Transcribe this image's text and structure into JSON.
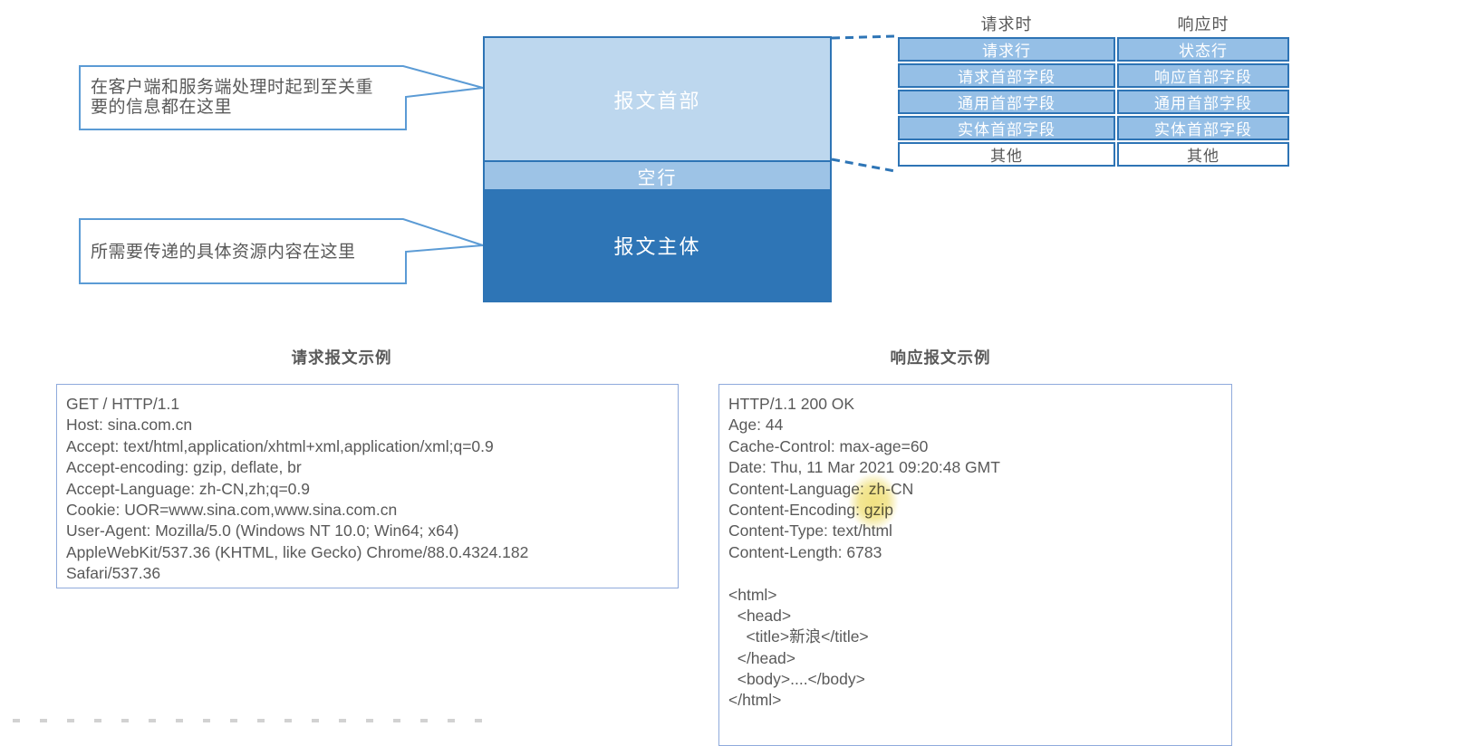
{
  "diagram": {
    "callouts": {
      "header_note": {
        "line1": "在客户端和服务端处理时起到至关重",
        "line2": "要的信息都在这里"
      },
      "body_note": {
        "line1": "所需要传递的具体资源内容在这里"
      }
    },
    "message_box": {
      "header_label": "报文首部",
      "empty_line_label": "空行",
      "body_label": "报文主体"
    },
    "header_table": {
      "column_headers": {
        "request": "请求时",
        "response": "响应时"
      },
      "rows": [
        {
          "request": "请求行",
          "response": "状态行"
        },
        {
          "request": "请求首部字段",
          "response": "响应首部字段"
        },
        {
          "request": "通用首部字段",
          "response": "通用首部字段"
        },
        {
          "request": "实体首部字段",
          "response": "实体首部字段"
        },
        {
          "request": "其他",
          "response": "其他"
        }
      ]
    }
  },
  "request_example": {
    "title": "请求报文示例",
    "lines": [
      "GET / HTTP/1.1",
      "Host: sina.com.cn",
      "Accept: text/html,application/xhtml+xml,application/xml;q=0.9",
      "Accept-encoding: gzip, deflate, br",
      "Accept-Language: zh-CN,zh;q=0.9",
      "Cookie: UOR=www.sina.com,www.sina.com.cn",
      "User-Agent: Mozilla/5.0 (Windows NT 10.0; Win64; x64)",
      "AppleWebKit/537.36 (KHTML, like Gecko) Chrome/88.0.4324.182",
      "Safari/537.36"
    ]
  },
  "response_example": {
    "title": "响应报文示例",
    "lines": [
      "HTTP/1.1 200 OK",
      "Age: 44",
      "Cache-Control: max-age=60",
      "Date: Thu, 11 Mar 2021 09:20:48 GMT",
      "Content-Language: zh-CN",
      "Content-Encoding: gzip",
      "Content-Type: text/html",
      "Content-Length: 6783",
      "",
      "<html>",
      "  <head>",
      "    <title>新浪</title>",
      "  </head>",
      "  <body>....</body>",
      "</html>"
    ]
  },
  "colors": {
    "message_header_fill": "#BDD7EE",
    "empty_line_fill": "#9DC3E6",
    "message_body_fill": "#2E75B6",
    "table_cell_fill": "#95BFE6",
    "table_border": "#2E74B5",
    "callout_border": "#5B9BD5",
    "example_box_border": "#8FAADC",
    "text_gray": "#595959",
    "highlight_yellow": "#F0E07A"
  }
}
